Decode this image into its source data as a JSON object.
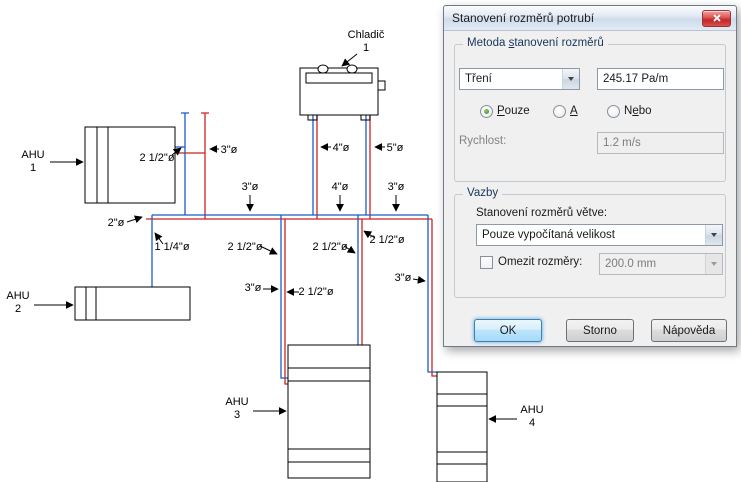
{
  "canvas": {
    "units": [
      {
        "name": "Chladič",
        "number": "1"
      },
      {
        "name": "AHU",
        "number": "1"
      },
      {
        "name": "AHU",
        "number": "2"
      },
      {
        "name": "AHU",
        "number": "3"
      },
      {
        "name": "AHU",
        "number": "4"
      }
    ],
    "pipe_labels": [
      "2 1/2\"ø",
      "3\"ø",
      "4\"ø",
      "5\"ø",
      "3\"ø",
      "4\"ø",
      "3\"ø",
      "2\"ø",
      "1 1/4\"ø",
      "2 1/2\"ø",
      "2 1/2\"ø",
      "2 1/2\"ø",
      "3\"ø",
      "3\"ø",
      "2 1/2\"ø"
    ],
    "colors": {
      "supply": "#1b5cc8",
      "return": "#cc2222",
      "outline": "#000000"
    }
  },
  "dialog": {
    "title": "Stanovení rozměrů potrubí",
    "method_group": {
      "title_pre": "Metoda ",
      "title_accel": "s",
      "title_post": "tanovení rozměrů",
      "method_value": "Tření",
      "friction_value": "245.17 Pa/m",
      "radios": [
        {
          "pre": "",
          "accel": "P",
          "post": "ouze"
        },
        {
          "pre": "",
          "accel": "A",
          "post": ""
        },
        {
          "pre": "N",
          "accel": "e",
          "post": "bo"
        }
      ],
      "speed_label": "Rychlost:",
      "speed_value": "1.2 m/s"
    },
    "constraints_group": {
      "title": "Vazby",
      "branch_label": "Stanovení rozměrů větve:",
      "branch_value": "Pouze vypočítaná velikost",
      "limit_label": "Omezit rozměry:",
      "limit_value": "200.0 mm"
    },
    "buttons": {
      "ok": "OK",
      "cancel": "Storno",
      "help": "Nápověda"
    }
  }
}
